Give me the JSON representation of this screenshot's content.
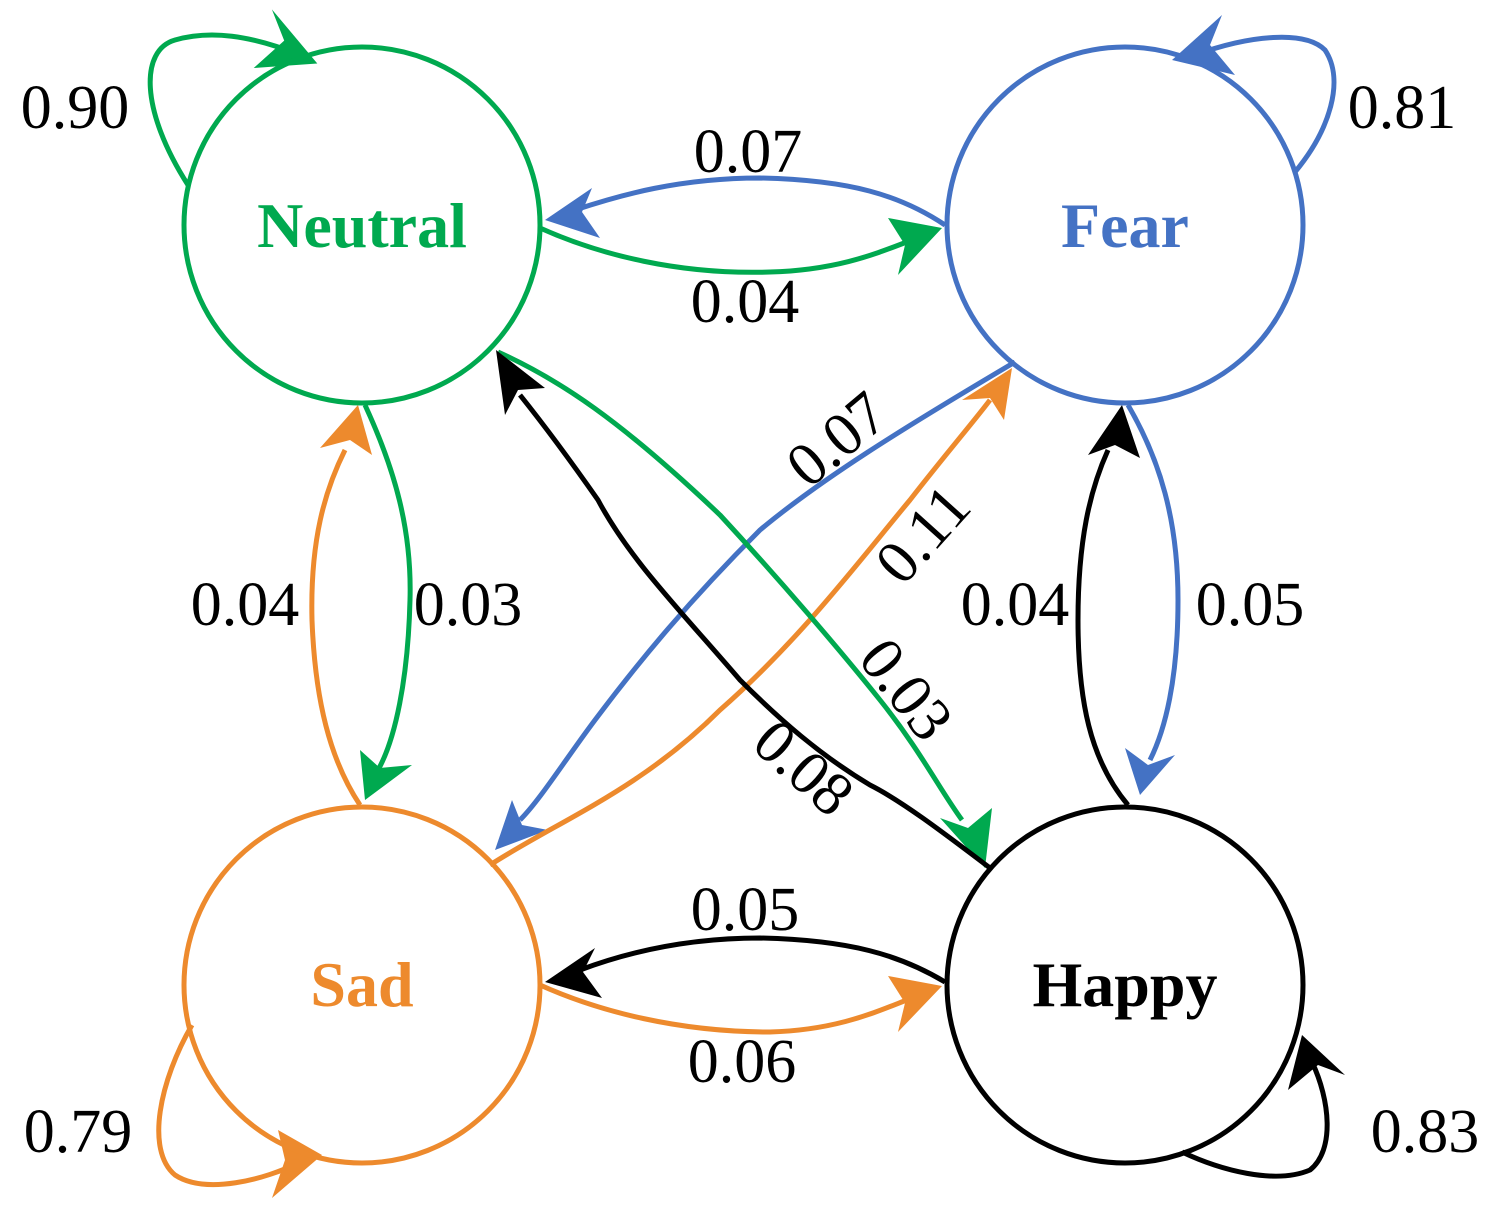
{
  "diagram": {
    "states": [
      {
        "id": "neutral",
        "name": "Neutral",
        "color": "#00a94f"
      },
      {
        "id": "fear",
        "name": "Fear",
        "color": "#4472c4"
      },
      {
        "id": "sad",
        "name": "Sad",
        "color": "#ed8a2d"
      },
      {
        "id": "happy",
        "name": "Happy",
        "color": "#000000"
      }
    ],
    "transitions": [
      {
        "from": "Neutral",
        "to": "Neutral",
        "prob": "0.90"
      },
      {
        "from": "Fear",
        "to": "Fear",
        "prob": "0.81"
      },
      {
        "from": "Sad",
        "to": "Sad",
        "prob": "0.79"
      },
      {
        "from": "Happy",
        "to": "Happy",
        "prob": "0.83"
      },
      {
        "from": "Fear",
        "to": "Neutral",
        "prob": "0.07"
      },
      {
        "from": "Neutral",
        "to": "Fear",
        "prob": "0.04"
      },
      {
        "from": "Sad",
        "to": "Neutral",
        "prob": "0.04"
      },
      {
        "from": "Neutral",
        "to": "Sad",
        "prob": "0.03"
      },
      {
        "from": "Happy",
        "to": "Fear",
        "prob": "0.04"
      },
      {
        "from": "Fear",
        "to": "Happy",
        "prob": "0.05"
      },
      {
        "from": "Happy",
        "to": "Sad",
        "prob": "0.05"
      },
      {
        "from": "Sad",
        "to": "Happy",
        "prob": "0.06"
      },
      {
        "from": "Fear",
        "to": "Sad",
        "prob": "0.07"
      },
      {
        "from": "Sad",
        "to": "Fear",
        "prob": "0.11"
      },
      {
        "from": "Neutral",
        "to": "Happy",
        "prob": "0.03"
      },
      {
        "from": "Happy",
        "to": "Neutral",
        "prob": "0.08"
      }
    ]
  }
}
